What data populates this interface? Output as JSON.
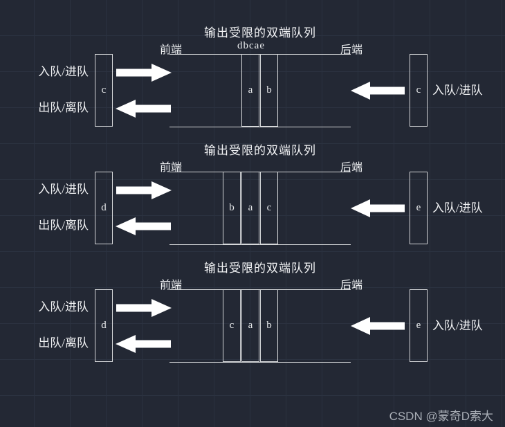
{
  "watermark": "CSDN @蒙奇D索大",
  "colors": {
    "background": "#232834",
    "grid_line": "#2b3240",
    "diagram_line": "#d6d8da",
    "arrow": "#ffffff",
    "text": "#eef0f2",
    "watermark_text": "#a9aeb6"
  },
  "diagrams": [
    {
      "title": "输出受限的双端队列",
      "front_label": "前端",
      "sequence_label": "dbcae",
      "back_label": "后端",
      "left_box_value": "c",
      "right_box_value": "c",
      "enqueue_label": "入队/进队",
      "dequeue_label": "出队/离队",
      "right_enqueue_label": "入队/进队",
      "cells": [
        "a",
        "b"
      ]
    },
    {
      "title": "输出受限的双端队列",
      "front_label": "前端",
      "sequence_label": "",
      "back_label": "后端",
      "left_box_value": "d",
      "right_box_value": "e",
      "enqueue_label": "入队/进队",
      "dequeue_label": "出队/离队",
      "right_enqueue_label": "入队/进队",
      "cells": [
        "b",
        "a",
        "c"
      ]
    },
    {
      "title": "输出受限的双端队列",
      "front_label": "前端",
      "sequence_label": "",
      "back_label": "后端",
      "left_box_value": "d",
      "right_box_value": "e",
      "enqueue_label": "入队/进队",
      "dequeue_label": "出队/离队",
      "right_enqueue_label": "入队/进队",
      "cells": [
        "c",
        "a",
        "b"
      ]
    }
  ]
}
